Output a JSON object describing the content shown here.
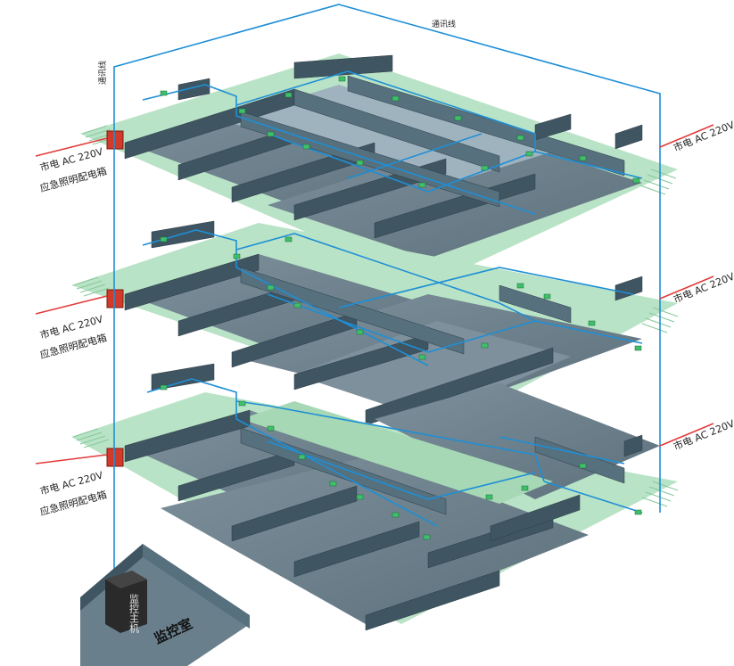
{
  "labels": {
    "comm_line": "通讯线",
    "mains": "市电 AC 220V",
    "emergency_box": "应急照明配电箱",
    "monitor_host": "监控主机",
    "control_room": "监控室"
  },
  "colors": {
    "wire": "#1e8fd6",
    "mains_line": "#e23b3b",
    "floor": "#6a7f8c",
    "corridor": "#b9e3c6",
    "wall_top": "#d4dee6",
    "wall_side": "#3f5562",
    "panel_box": "#d23a2a",
    "host": "#2a2a2a"
  },
  "floors": [
    {
      "name": "floor-3"
    },
    {
      "name": "floor-2"
    },
    {
      "name": "floor-1"
    }
  ]
}
